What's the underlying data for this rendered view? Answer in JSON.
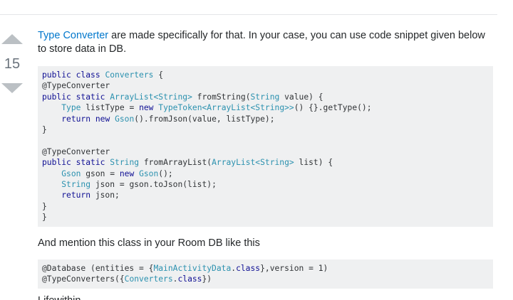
{
  "vote": {
    "count": "15"
  },
  "answer": {
    "intro_link": "Type Converter",
    "intro_text": " are made specifically for that. In your case, you can use code snippet given below to store data in DB.",
    "mention_text": "And mention this class in your Room DB like this",
    "trailing_text": "Lifewithin"
  },
  "code1": {
    "l1_k1": "public",
    "l1_k2": "class",
    "l1_t1": "Converters",
    "l1_r": " {",
    "l2": "@TypeConverter",
    "l3_k1": "public",
    "l3_k2": "static",
    "l3_t1": "ArrayList<String>",
    "l3_r1": " fromString(",
    "l3_t2": "String",
    "l3_r2": " value) {",
    "l4_t1": "Type",
    "l4_r1": " listType = ",
    "l4_k1": "new",
    "l4_t2": "TypeToken<ArrayList<String>>",
    "l4_r2": "() {}.getType();",
    "l5_k1": "return",
    "l5_k2": "new",
    "l5_t1": "Gson",
    "l5_r": "().fromJson(value, listType);",
    "l6": "}",
    "l8": "@TypeConverter",
    "l9_k1": "public",
    "l9_k2": "static",
    "l9_t1": "String",
    "l9_r1": " fromArrayList(",
    "l9_t2": "ArrayList<String>",
    "l9_r2": " list) {",
    "l10_t1": "Gson",
    "l10_r1": " gson = ",
    "l10_k1": "new",
    "l10_t2": "Gson",
    "l10_r2": "();",
    "l11_t1": "String",
    "l11_r": " json = gson.toJson(list);",
    "l12_k1": "return",
    "l12_r": " json;",
    "l13": "}",
    "l14": "}"
  },
  "code2": {
    "l1_a": "@Database",
    "l1_r1": " (entities = {",
    "l1_t": "MainActivityData",
    "l1_r2": ".",
    "l1_k": "class",
    "l1_r3": "},version = 1)",
    "l2_a": "@TypeConverters",
    "l2_r1": "({",
    "l2_t": "Converters",
    "l2_r2": ".",
    "l2_k": "class",
    "l2_r3": "})"
  },
  "colors": {
    "link": "#0077cc",
    "code_bg": "#eff0f1",
    "keyword": "#101094",
    "type": "#2b91af",
    "vote_arrow": "#bbc0c4"
  }
}
